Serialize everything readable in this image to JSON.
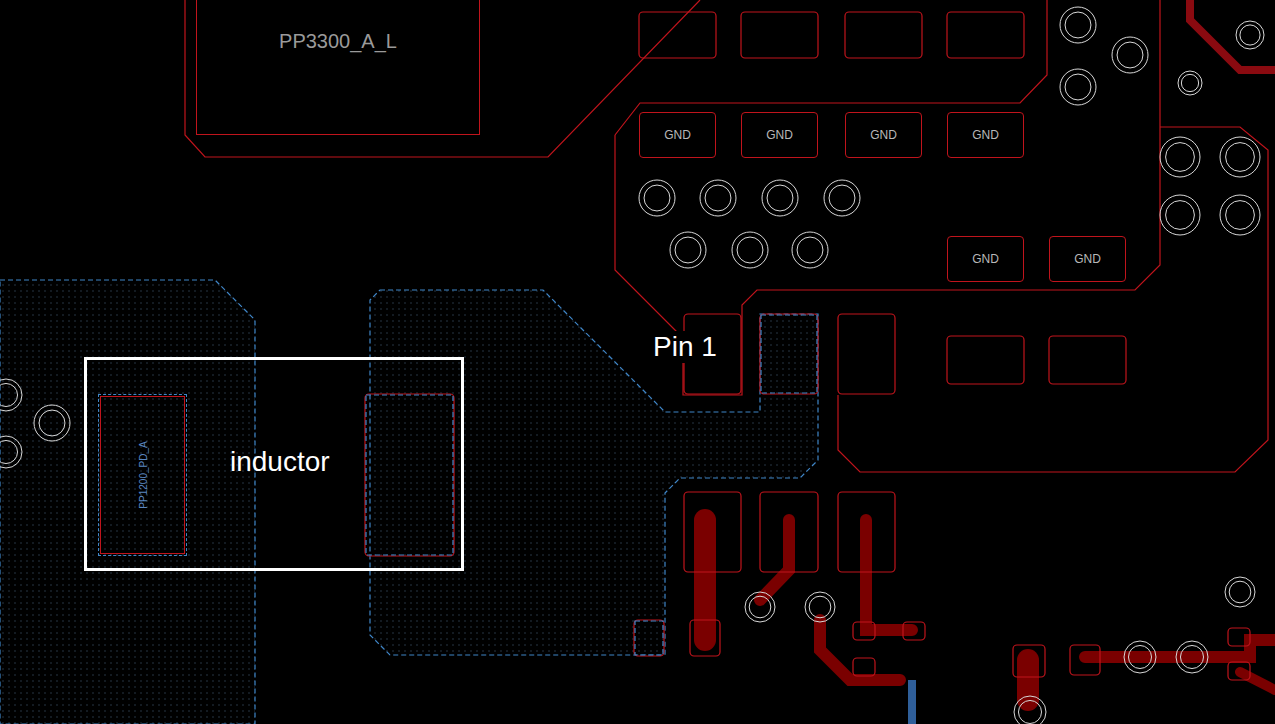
{
  "diagram": {
    "nodes": [
      {
        "text": [
          "PP3300_A_L"
        ]
      },
      {
        "text": [
          "GND"
        ]
      },
      {
        "text": [
          "GND"
        ]
      },
      {
        "text": [
          "GND"
        ]
      },
      {
        "text": [
          "GND"
        ]
      },
      {
        "text": [
          "GND"
        ]
      },
      {
        "text": [
          "GND"
        ]
      },
      {
        "text": [
          "inductor"
        ]
      },
      {
        "text": [
          "PP1200_PD_A"
        ],
        "in": 7
      }
    ],
    "labels": [
      "Pin 1"
    ]
  }
}
